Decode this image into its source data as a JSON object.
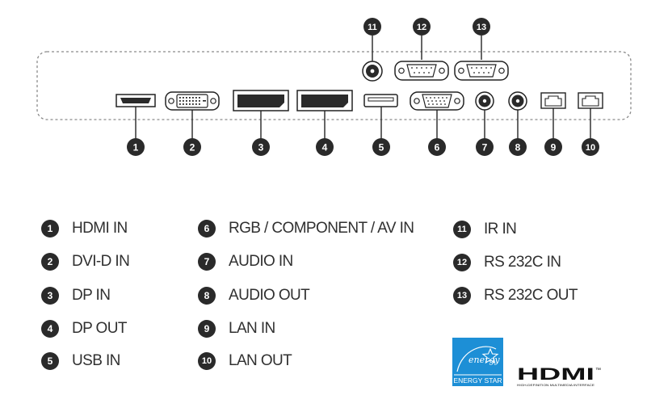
{
  "callouts": [
    "1",
    "2",
    "3",
    "4",
    "5",
    "6",
    "7",
    "8",
    "9",
    "10",
    "11",
    "12",
    "13"
  ],
  "legend": [
    {
      "num": "1",
      "label": "HDMI IN"
    },
    {
      "num": "2",
      "label": "DVI-D IN"
    },
    {
      "num": "3",
      "label": "DP IN"
    },
    {
      "num": "4",
      "label": "DP OUT"
    },
    {
      "num": "5",
      "label": "USB IN"
    },
    {
      "num": "6",
      "label": "RGB / COMPONENT / AV IN"
    },
    {
      "num": "7",
      "label": "AUDIO IN"
    },
    {
      "num": "8",
      "label": "AUDIO OUT"
    },
    {
      "num": "9",
      "label": "LAN IN"
    },
    {
      "num": "10",
      "label": "LAN OUT"
    },
    {
      "num": "11",
      "label": "IR IN"
    },
    {
      "num": "12",
      "label": "RS 232C IN"
    },
    {
      "num": "13",
      "label": "RS 232C OUT"
    }
  ],
  "logos": {
    "energy_star_text": "ENERGY STAR",
    "energy_star_script": "energy",
    "hdmi_text": "HDMI",
    "hdmi_tm": "™",
    "hdmi_tagline": "HIGH-DEFINITION MULTIMEDIA INTERFACE"
  },
  "colors": {
    "callout_fill": "#2a2a2a",
    "line": "#333333",
    "energy_blue": "#1d8fd6",
    "dash": "#8a8a8a"
  }
}
